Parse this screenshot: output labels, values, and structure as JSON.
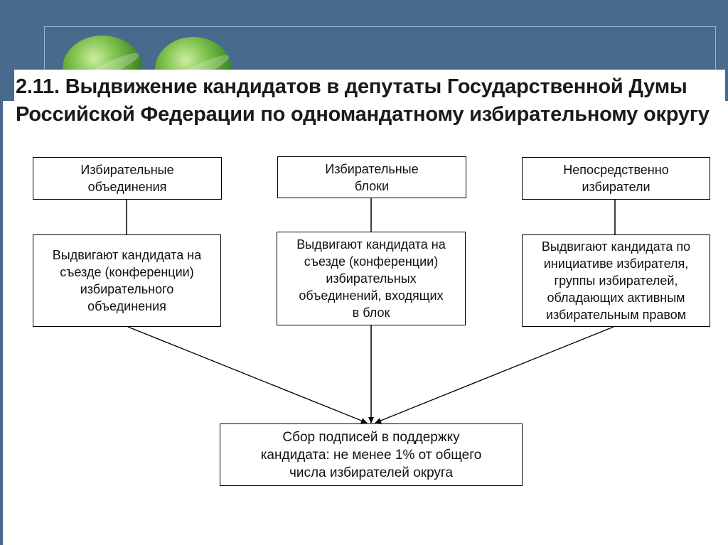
{
  "title": {
    "line1": "2.11. Выдвижение кандидатов в депутаты Государственной Думы",
    "line2": "Российской Федерации по одномандатному избирательному округу"
  },
  "top_nodes": [
    {
      "lines": [
        "Избирательные",
        "объединения"
      ]
    },
    {
      "lines": [
        "Избирательные",
        "блоки"
      ]
    },
    {
      "lines": [
        "Непосредственно",
        "избиратели"
      ]
    }
  ],
  "middle_nodes": [
    {
      "lines": [
        "Выдвигают кандидата на",
        "съезде (конференции)",
        "избирательного",
        "объединения"
      ]
    },
    {
      "lines": [
        "Выдвигают кандидата на",
        "съезде (конференции)",
        "избирательных",
        "объединений, входящих",
        "в блок"
      ]
    },
    {
      "lines": [
        "Выдвигают кандидата по",
        "инициативе избирателя,",
        "группы избирателей,",
        "обладающих активным",
        "избирательным правом"
      ]
    }
  ],
  "bottom_node": {
    "lines": [
      "Сбор подписей в поддержку",
      "кандидата: не менее 1% от общего",
      "числа избирателей округа"
    ]
  },
  "colors": {
    "header": "#486a8d",
    "frame": "#9fb4cb",
    "line": "#000000"
  }
}
